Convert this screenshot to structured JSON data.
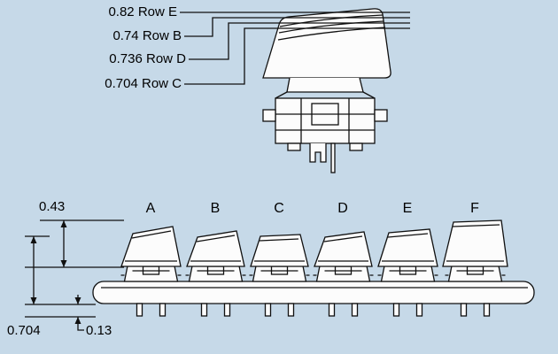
{
  "colors": {
    "background": "#c6d9e8",
    "line": "#101010",
    "shape_fill": "#fcfcfc"
  },
  "row_height_labels": {
    "row_e": "0.82 Row E",
    "row_b": "0.74 Row B",
    "row_d": "0.736 Row D",
    "row_c": "0.704 Row C"
  },
  "column_labels": [
    "A",
    "B",
    "C",
    "D",
    "E",
    "F"
  ],
  "dimension_labels": {
    "cap_height": "0.43",
    "overall_height": "0.704",
    "pin_length": "0.13"
  }
}
